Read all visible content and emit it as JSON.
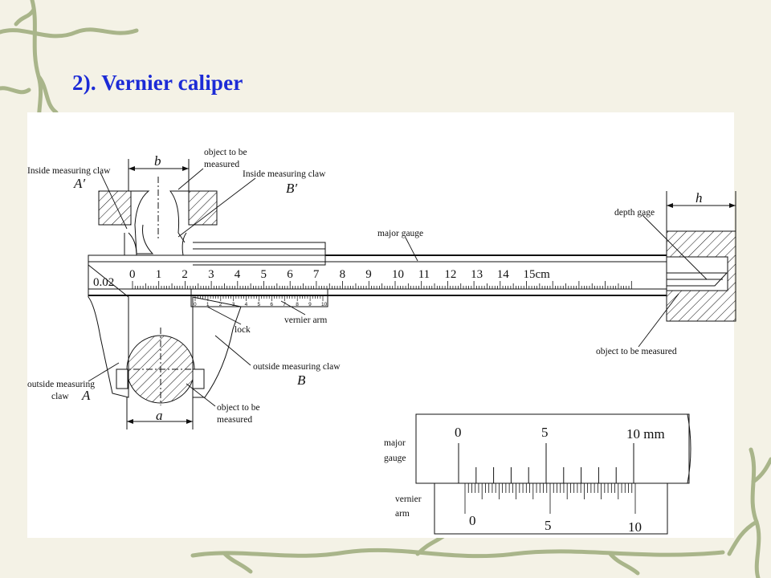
{
  "slide": {
    "title": "2). Vernier caliper"
  },
  "caliper_labels": {
    "inside_claw_left": "Inside measuring claw",
    "inside_claw_left_letter": "A′",
    "dim_b": "b",
    "object_top_line1": "object to be",
    "object_top_line2": "measured",
    "inside_claw_right": "Inside measuring claw",
    "inside_claw_right_letter": "B′",
    "major_gauge": "major gauge",
    "depth_gage": "depth gage",
    "dim_h": "h",
    "precision": "0.02",
    "vernier_arm": "vernier arm",
    "lock": "lock",
    "outside_claw_right": "outside measuring claw",
    "outside_claw_right_letter": "B",
    "outside_claw_left_line1": "outside measuring",
    "outside_claw_left_line2": "claw",
    "outside_claw_left_letter": "A",
    "dim_a": "a",
    "object_bottom_line1": "object to be",
    "object_bottom_line2": "measured",
    "object_right": "object to be measured"
  },
  "main_scale": {
    "numbers": [
      "0",
      "1",
      "2",
      "3",
      "4",
      "5",
      "6",
      "7",
      "8",
      "9",
      "10",
      "11",
      "12",
      "13",
      "14",
      "15cm"
    ]
  },
  "vernier_scale": {
    "numbers": [
      "0",
      "1",
      "2",
      "3",
      "4",
      "5",
      "6",
      "7",
      "8",
      "9",
      "10"
    ]
  },
  "zoom_inset": {
    "major_label_line1": "major",
    "major_label_line2": "gauge",
    "vernier_label_line1": "vernier",
    "vernier_label_line2": "arm",
    "major_numbers": [
      "0",
      "5",
      "10 mm"
    ],
    "vernier_numbers": [
      "0",
      "5",
      "10"
    ]
  }
}
